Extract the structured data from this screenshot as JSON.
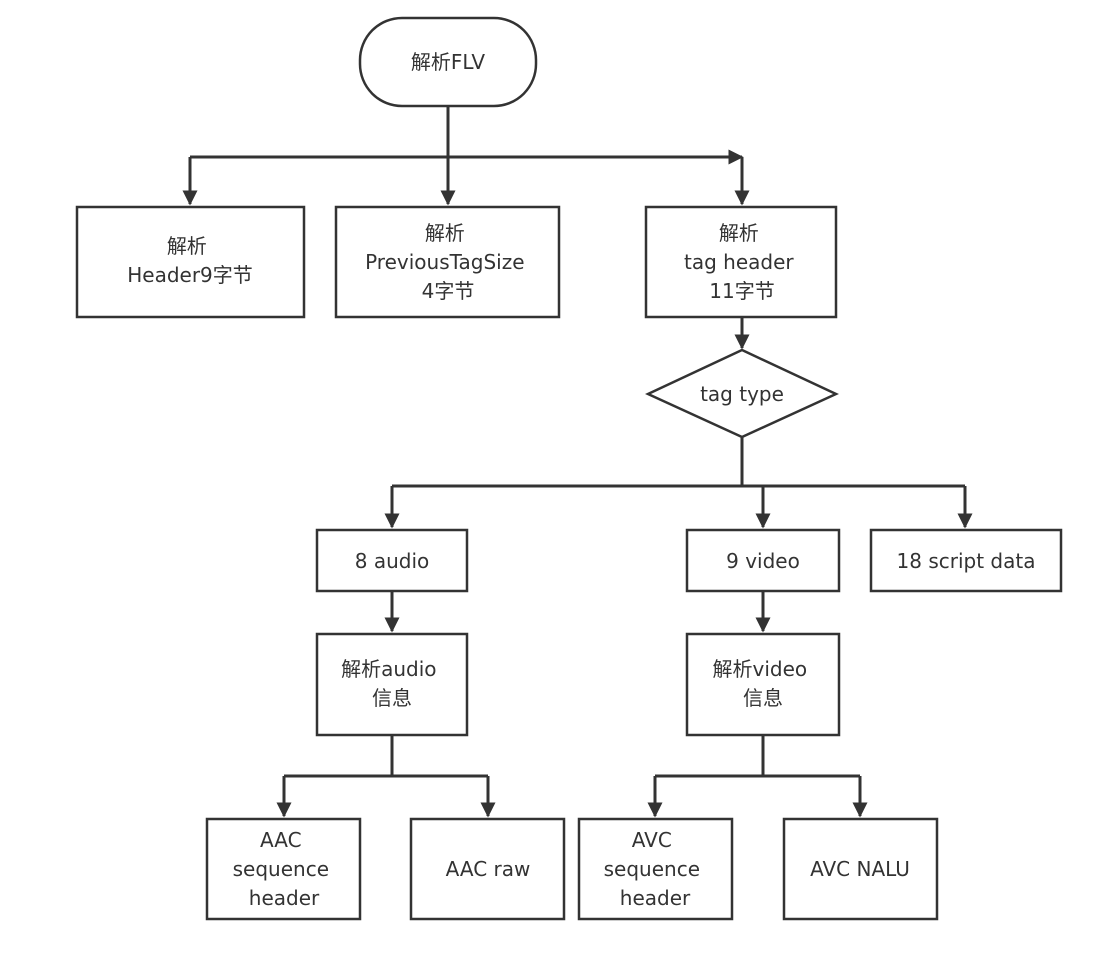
{
  "nodes": {
    "start": {
      "lines": [
        "解析FLV"
      ]
    },
    "header": {
      "lines": [
        "解析",
        "Header9字节"
      ]
    },
    "prev_tag_size": {
      "lines": [
        "解析",
        "PreviousTagSize",
        "4字节"
      ]
    },
    "tag_header": {
      "lines": [
        "解析",
        "tag header",
        "11字节"
      ]
    },
    "tag_type": {
      "lines": [
        "tag type"
      ]
    },
    "audio": {
      "lines": [
        "8 audio"
      ]
    },
    "video": {
      "lines": [
        "9 video"
      ]
    },
    "script": {
      "lines": [
        "18 script data"
      ]
    },
    "audio_info": {
      "lines": [
        "解析audio",
        "信息"
      ]
    },
    "video_info": {
      "lines": [
        "解析video",
        "信息"
      ]
    },
    "aac_seq": {
      "lines": [
        "AAC",
        "sequence",
        "header"
      ]
    },
    "aac_raw": {
      "lines": [
        "AAC raw"
      ]
    },
    "avc_seq": {
      "lines": [
        "AVC",
        "sequence",
        "header"
      ]
    },
    "avc_nalu": {
      "lines": [
        "AVC NALU"
      ]
    }
  },
  "colors": {
    "stroke": "#333333",
    "fill": "#ffffff",
    "text": "#333333"
  }
}
